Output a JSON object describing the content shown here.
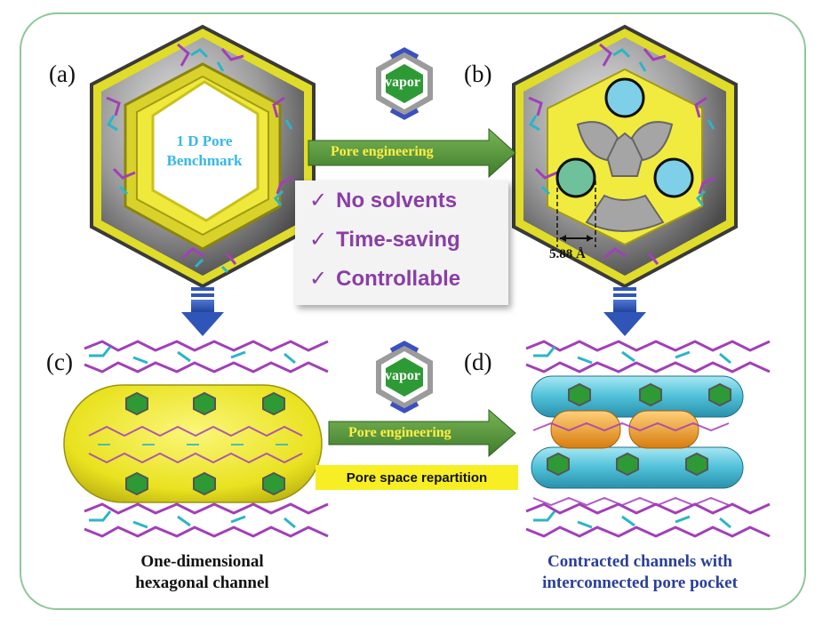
{
  "panels": {
    "a": "(a)",
    "b": "(b)",
    "c": "(c)",
    "d": "(d)"
  },
  "panel_a": {
    "pore_label_line1": "1 D Pore",
    "pore_label_line2": "Benchmark"
  },
  "panel_b": {
    "measurement": "5.88 Å"
  },
  "process_top": {
    "vapor_label": "vapor",
    "arrow_label": "Pore engineering"
  },
  "benefits": [
    {
      "check": "✓",
      "label": "No solvents"
    },
    {
      "check": "✓",
      "label": "Time-saving"
    },
    {
      "check": "✓",
      "label": "Controllable"
    }
  ],
  "process_bottom": {
    "vapor_label": "vapor",
    "arrow_label": "Pore engineering",
    "tag": "Pore space repartition"
  },
  "captions": {
    "c_line1": "One-dimensional",
    "c_line2": "hexagonal channel",
    "d_line1": "Contracted channels with",
    "d_line2": "interconnected pore pocket"
  },
  "colors": {
    "frame": "#8fc79a",
    "arrow_green": "#4d8f3a",
    "arrow_blue": "#2f55b8",
    "channel_yellow": "#f2ec2c",
    "channel_cyan": "#57c6dc",
    "pocket_orange": "#f0a12a",
    "benefit_text": "#8a3ea6",
    "caption_d": "#2a3f9a",
    "pore_text": "#37b8e6"
  }
}
